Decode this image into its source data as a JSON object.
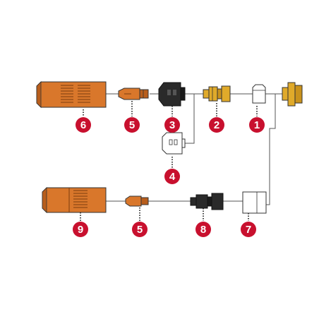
{
  "diagram": {
    "colors": {
      "orange": "#d9772b",
      "orange_dark": "#b85e1c",
      "brass": "#e0aa2a",
      "black_part": "#2a2a2a",
      "white_part": "#ffffff",
      "outline": "#333333",
      "connector": "#555555",
      "badge": "#c8102e"
    },
    "badges": [
      {
        "id": "badge-6",
        "label": "6"
      },
      {
        "id": "badge-5-top",
        "label": "5"
      },
      {
        "id": "badge-3",
        "label": "3"
      },
      {
        "id": "badge-2",
        "label": "2"
      },
      {
        "id": "badge-1",
        "label": "1"
      },
      {
        "id": "badge-4",
        "label": "4"
      },
      {
        "id": "badge-9",
        "label": "9"
      },
      {
        "id": "badge-5-bottom",
        "label": "5"
      },
      {
        "id": "badge-8",
        "label": "8"
      },
      {
        "id": "badge-7",
        "label": "7"
      }
    ]
  }
}
